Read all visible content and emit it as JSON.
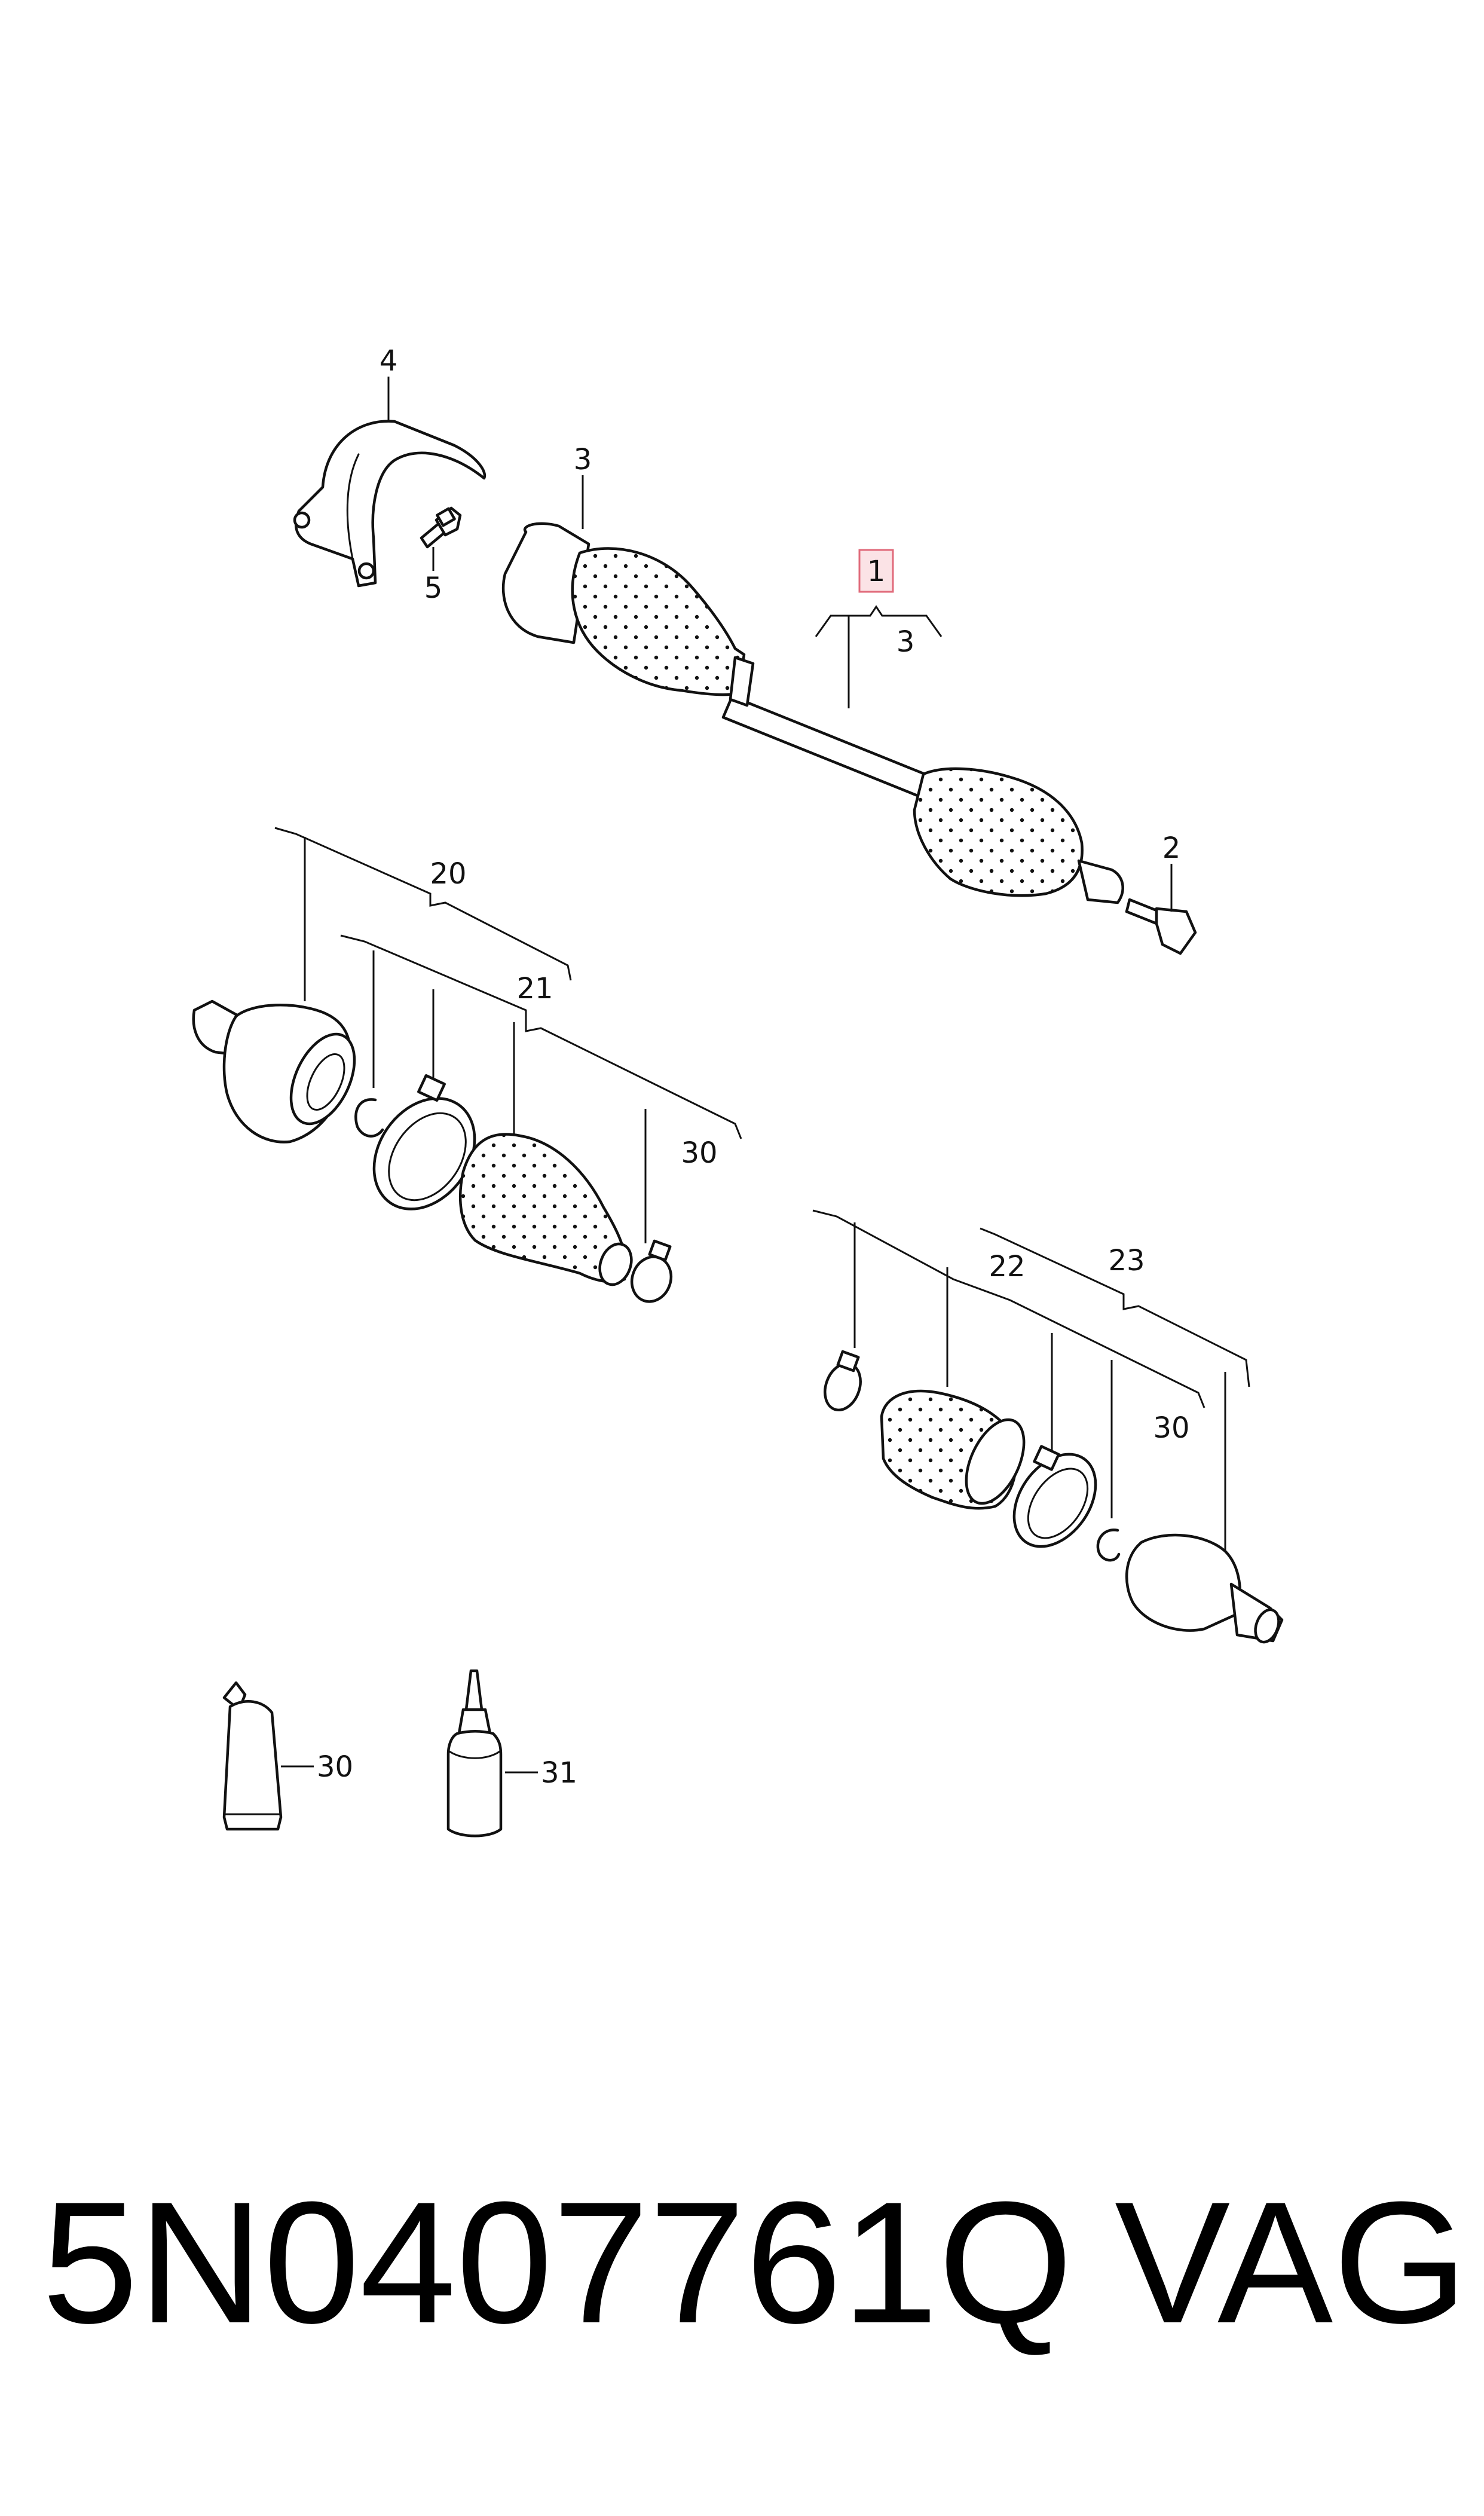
{
  "diagram": {
    "callouts": {
      "c1": "1",
      "c2": "2",
      "c3a": "3",
      "c3b": "3",
      "c4": "4",
      "c5": "5",
      "c20": "20",
      "c21": "21",
      "c22": "22",
      "c23": "23",
      "c30a": "30",
      "c30b": "30",
      "c30c": "30",
      "c31": "31"
    }
  },
  "footer": {
    "part_number": "5N0407761Q",
    "brand": "VAG"
  },
  "colors": {
    "line": "#111111",
    "highlight_fill": "#fbe3e6",
    "highlight_border": "#e06a7a"
  }
}
